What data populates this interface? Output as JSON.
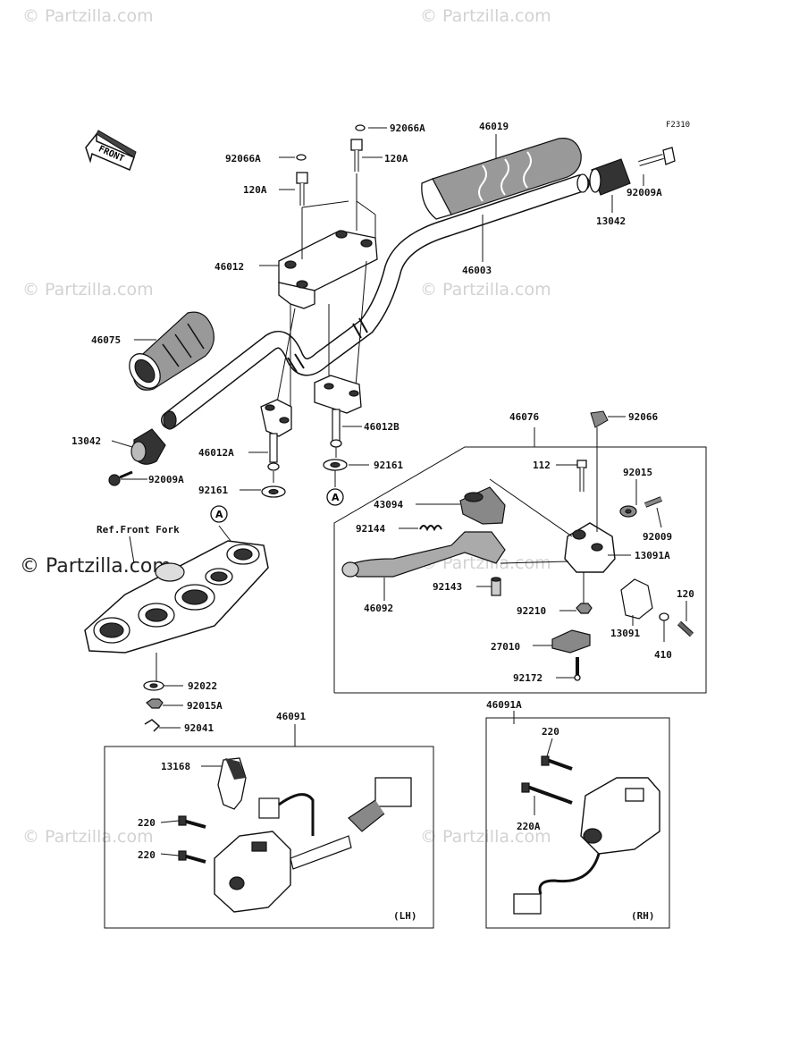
{
  "diagram_code": "F2310",
  "front_arrow": "FRONT",
  "watermark": "© Partzilla.com",
  "ref_label": "Ref.Front Fork",
  "marker": "A",
  "side_labels": {
    "lh": "(LH)",
    "rh": "(RH)"
  },
  "labels": {
    "p92066A_top": "92066A",
    "p120A_top": "120A",
    "p92066A_left": "92066A",
    "p120A_left": "120A",
    "p46019": "46019",
    "p13042_right": "13042",
    "p92009A_right": "92009A",
    "p46012": "46012",
    "p46003": "46003",
    "p46075": "46075",
    "p46012B": "46012B",
    "p46076": "46076",
    "p92066": "92066",
    "p13042_left": "13042",
    "p46012A": "46012A",
    "p92009A_left": "92009A",
    "p92161_right": "92161",
    "p92161_left": "92161",
    "p112": "112",
    "p92015": "92015",
    "p43094": "43094",
    "p92009": "92009",
    "p92144": "92144",
    "p13091A": "13091A",
    "p120": "120",
    "p92143": "92143",
    "p46092": "46092",
    "p92210": "92210",
    "p13091": "13091",
    "p410": "410",
    "p27010": "27010",
    "p92172": "92172",
    "p92022": "92022",
    "p92015A": "92015A",
    "p92041": "92041",
    "p46091": "46091",
    "p46091A": "46091A",
    "p13168": "13168",
    "p220_lh1": "220",
    "p220_lh2": "220",
    "p220_rh": "220",
    "p220A_rh": "220A"
  }
}
